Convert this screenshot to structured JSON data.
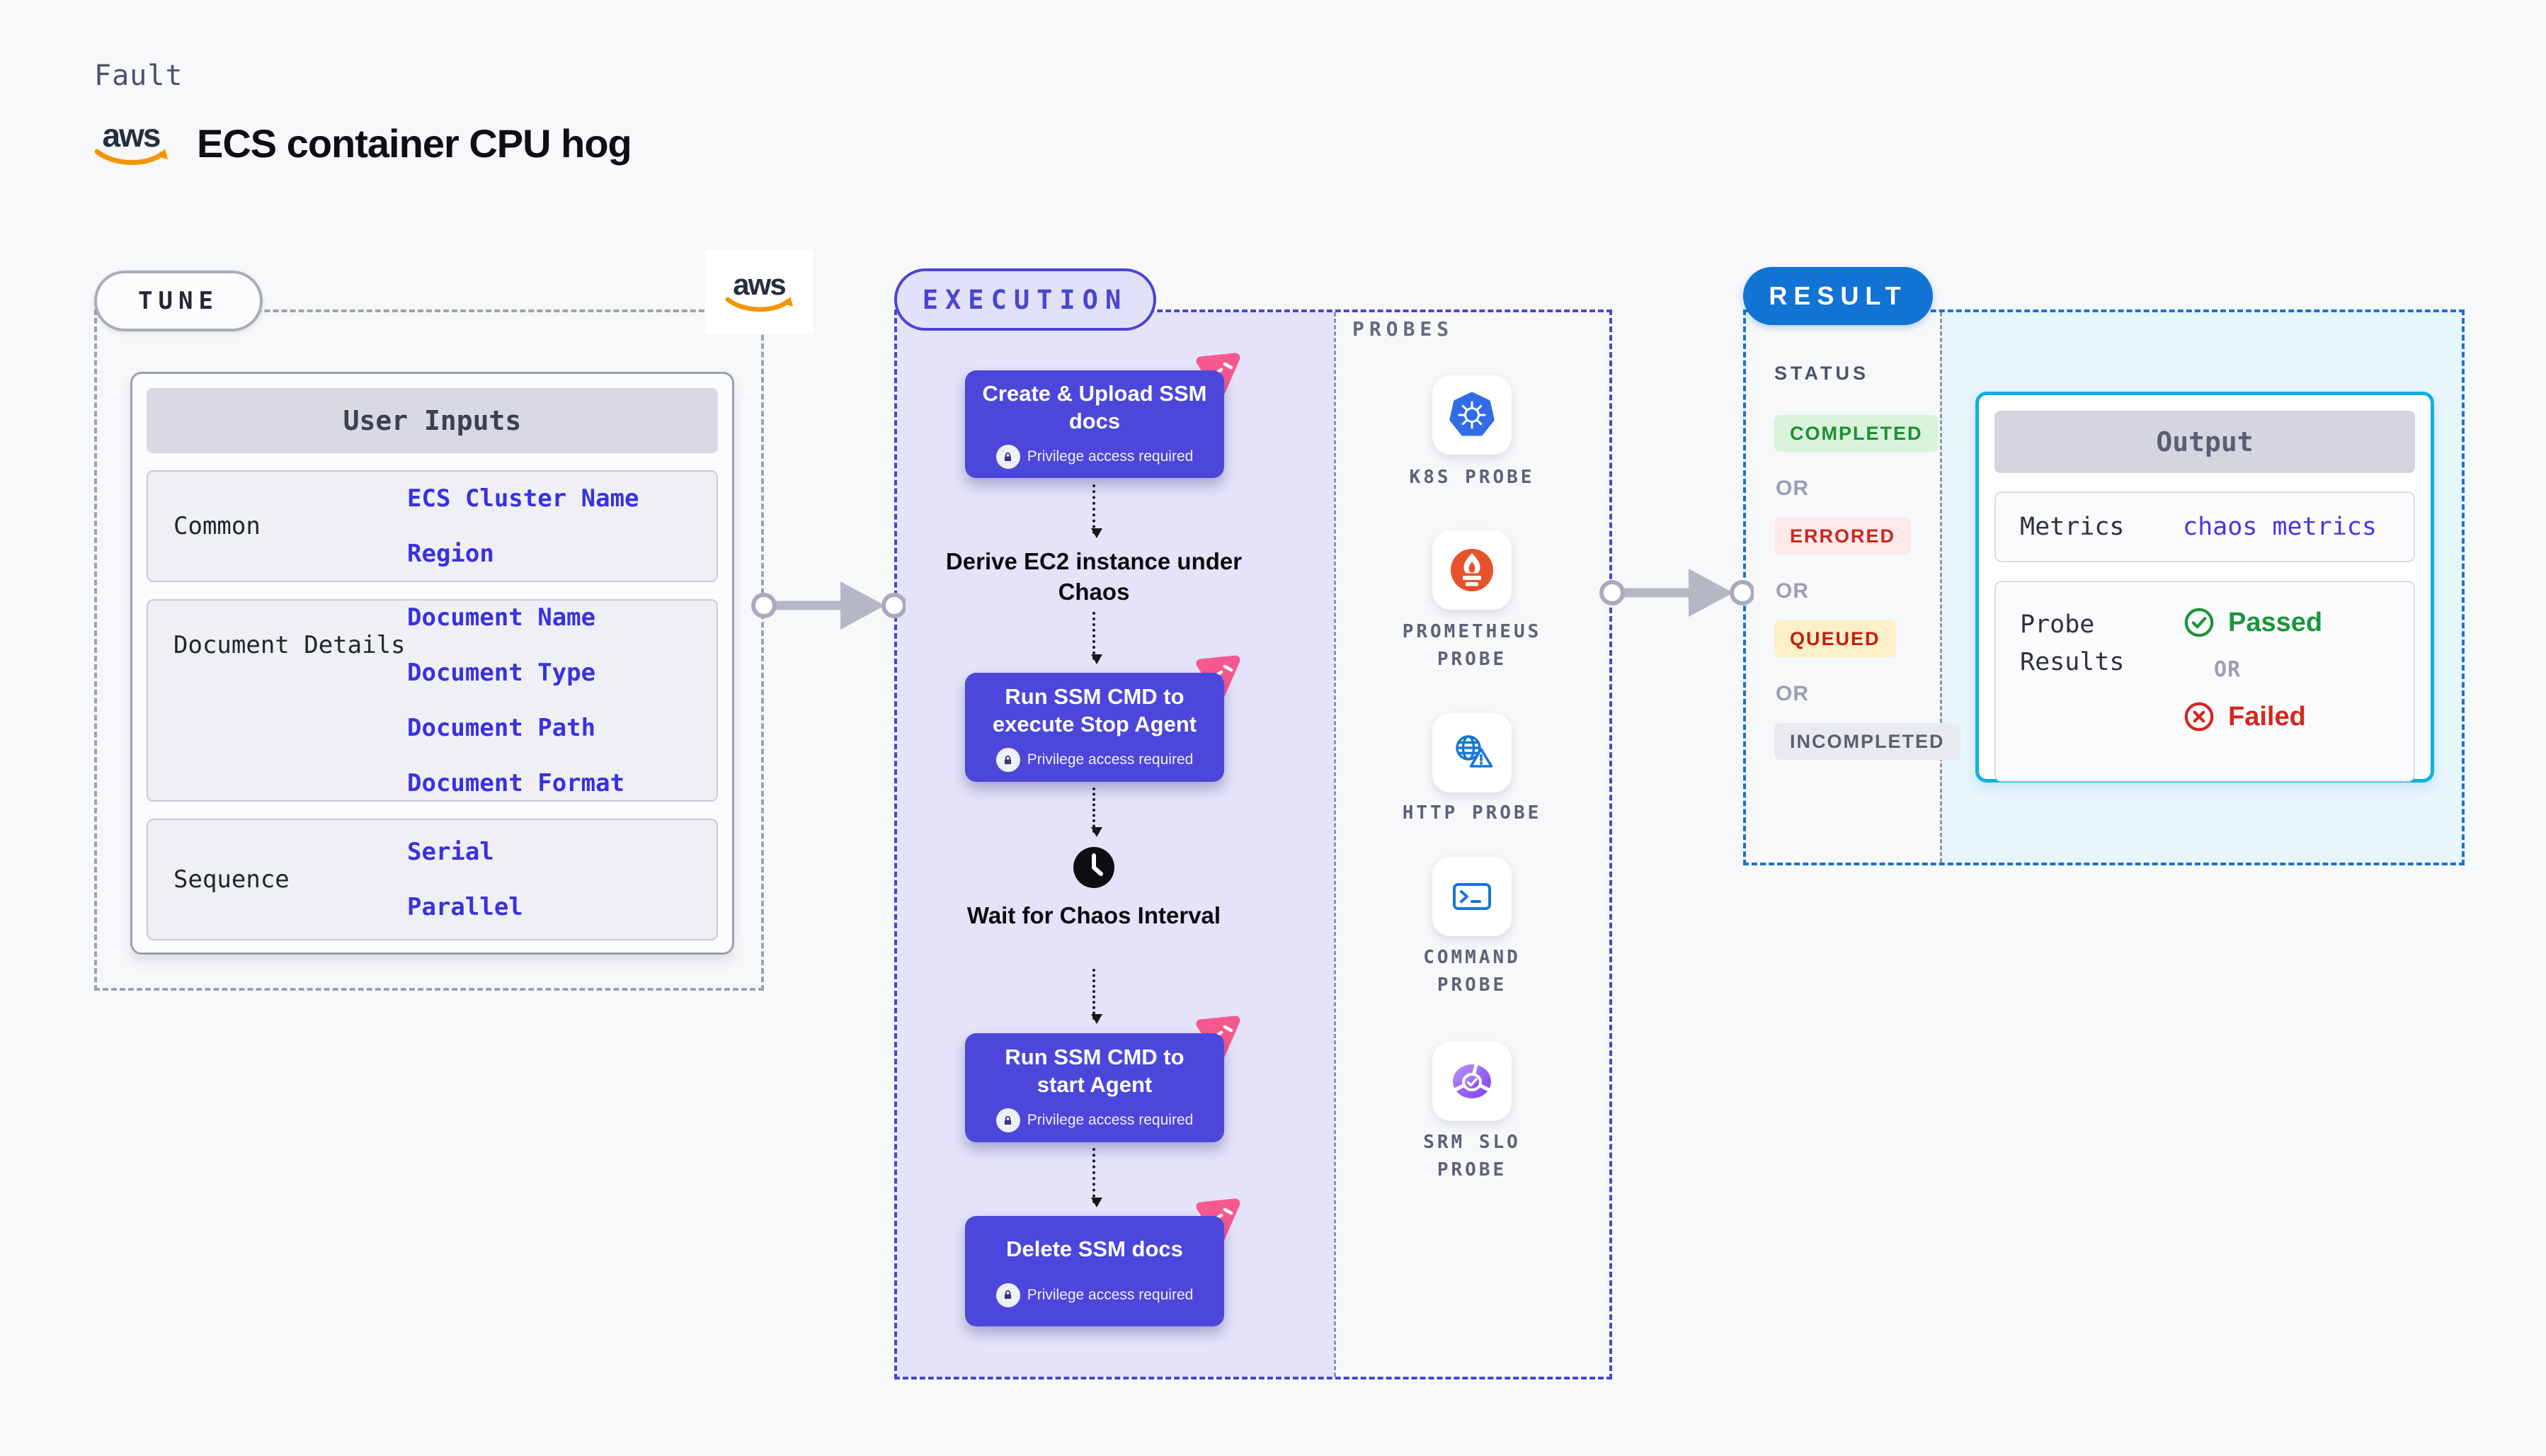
{
  "app": {
    "eyebrow": "Fault",
    "title": "ECS container CPU hog",
    "aws_word": "aws"
  },
  "tune": {
    "pill": "TUNE",
    "table_header": "User Inputs",
    "rows": [
      {
        "label": "Common",
        "values": [
          "ECS Cluster Name",
          "Region"
        ]
      },
      {
        "label": "Document Details",
        "values": [
          "Document Name",
          "Document Type",
          "Document Path",
          "Document Format"
        ]
      },
      {
        "label": "Sequence",
        "values": [
          "Serial",
          "Parallel"
        ]
      }
    ]
  },
  "execution": {
    "pill": "EXECUTION",
    "steps": [
      {
        "title": "Create & Upload SSM docs",
        "badge": "Privilege access required"
      },
      {
        "title": "Derive EC2 instance under Chaos"
      },
      {
        "title": "Run SSM CMD to execute Stop Agent",
        "badge": "Privilege access required"
      },
      {
        "title": "Wait for Chaos Interval"
      },
      {
        "title": "Run SSM CMD to start Agent",
        "badge": "Privilege access required"
      },
      {
        "title": "Delete SSM docs",
        "badge": "Privilege access required"
      }
    ]
  },
  "probes": {
    "heading": "PROBES",
    "items": [
      {
        "label": "K8S PROBE",
        "icon": "kubernetes-icon"
      },
      {
        "label": "PROMETHEUS PROBE",
        "icon": "prometheus-icon"
      },
      {
        "label": "HTTP PROBE",
        "icon": "http-globe-icon"
      },
      {
        "label": "COMMAND PROBE",
        "icon": "terminal-icon"
      },
      {
        "label": "SRM SLO PROBE",
        "icon": "slo-donut-icon"
      }
    ]
  },
  "result": {
    "pill": "RESULT",
    "status_heading": "STATUS",
    "or_label": "OR",
    "statuses": [
      {
        "label": "COMPLETED",
        "bg": "#d9f3da",
        "color": "#1e8e33"
      },
      {
        "label": "ERRORED",
        "bg": "#fceaea",
        "color": "#c9281e"
      },
      {
        "label": "QUEUED",
        "bg": "#fbf0c6",
        "color": "#bf1f12"
      },
      {
        "label": "INCOMPLETED",
        "bg": "#eaebf1",
        "color": "#596070"
      }
    ],
    "output": {
      "header": "Output",
      "metrics_label": "Metrics",
      "metrics_value": "chaos metrics",
      "probe_results_label": "Probe Results",
      "passed": "Passed",
      "failed": "Failed"
    }
  },
  "colors": {
    "step_indigo": "#4c47da",
    "execution_border": "#4a45d1",
    "lavender": "#e4e3f9",
    "result_blue": "#1173d4",
    "output_border_cyan": "#12aee6",
    "result_fill_blue": "#e7f5fc",
    "value_indigo": "#3a31e0",
    "pink_flag": "#f6598f",
    "aws_orange": "#f79400",
    "passed_green": "#1a9639",
    "failed_red": "#d5271c"
  }
}
